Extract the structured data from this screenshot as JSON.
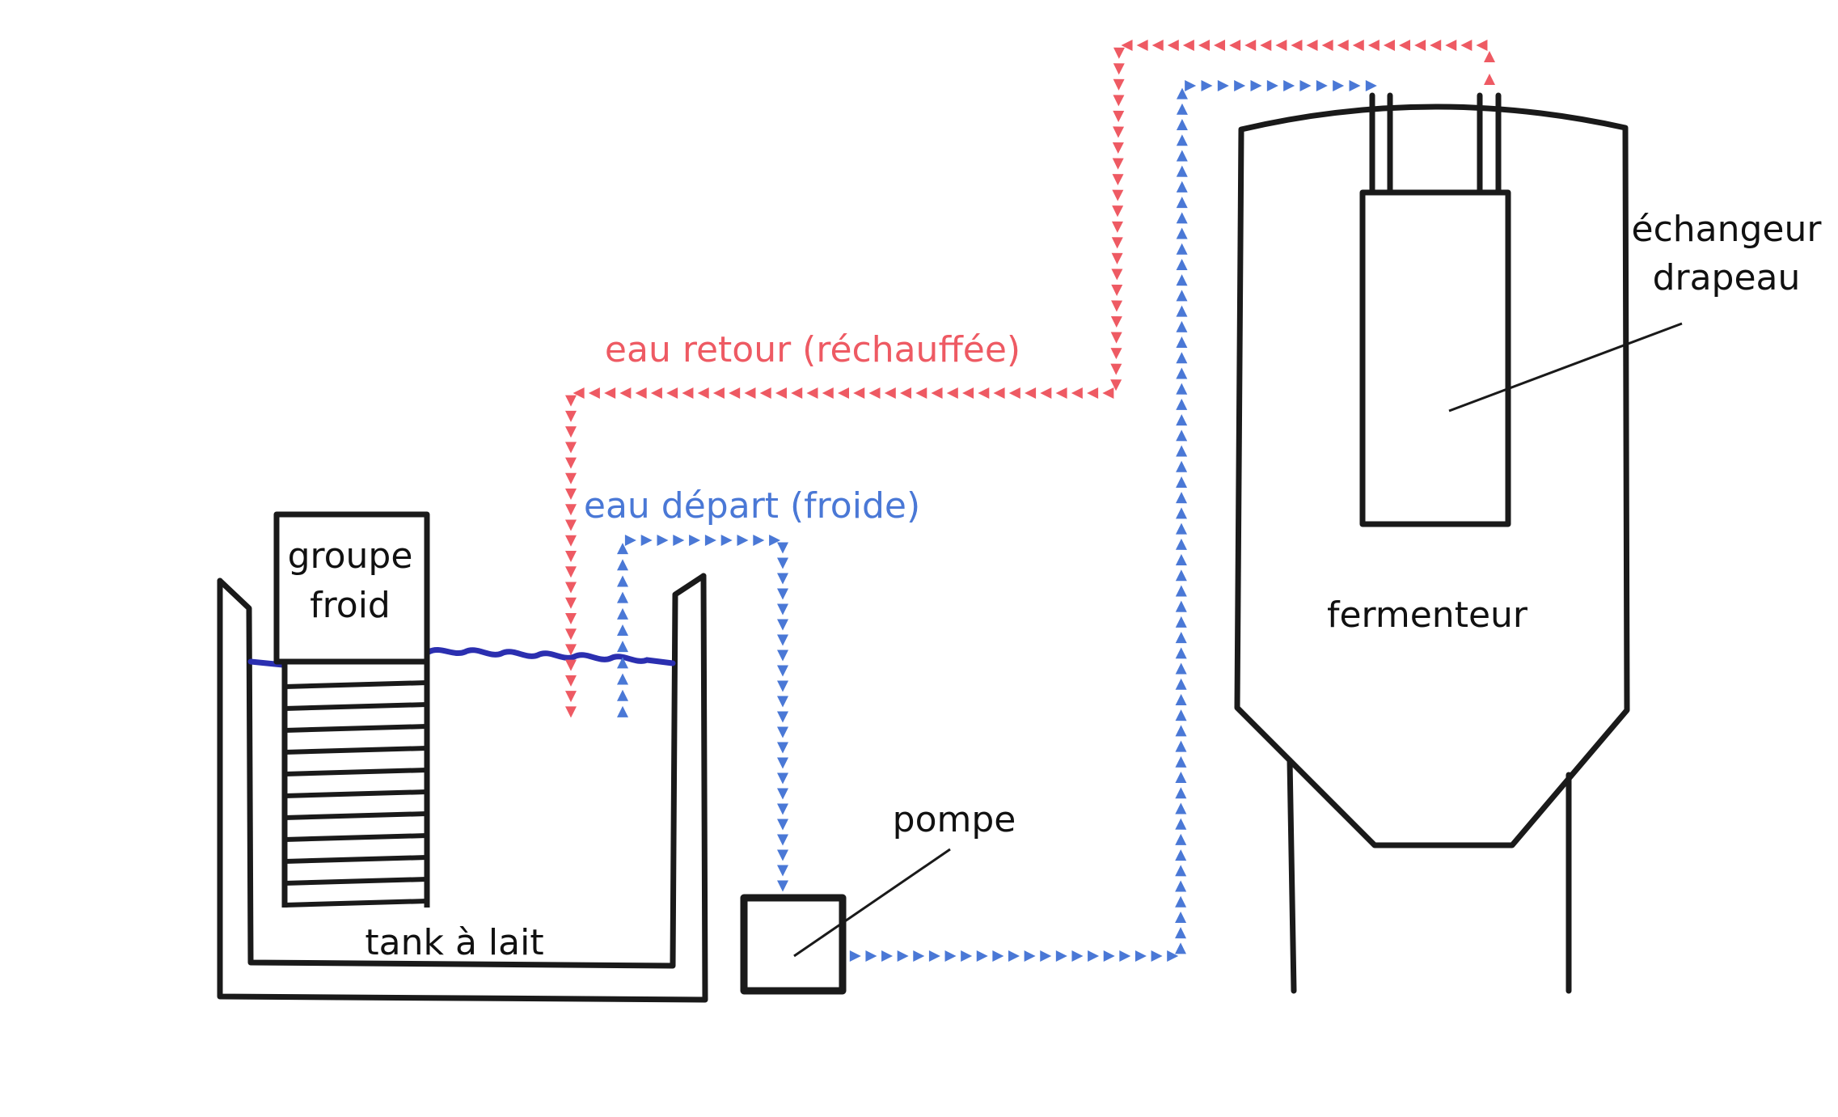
{
  "labels": {
    "groupe_froid_line1": "groupe",
    "groupe_froid_line2": "froid",
    "tank": "tank à lait",
    "pompe": "pompe",
    "fermenteur": "fermenteur",
    "echangeur_line1": "échangeur",
    "echangeur_line2": "drapeau",
    "eau_retour": "eau retour (réchauffée)",
    "eau_depart": "eau départ (froide)"
  },
  "colors": {
    "return_water": "#ee5a63",
    "supply_water": "#4a78d6",
    "water_surface": "#2b2fb0",
    "outline": "#1a1a1a"
  }
}
